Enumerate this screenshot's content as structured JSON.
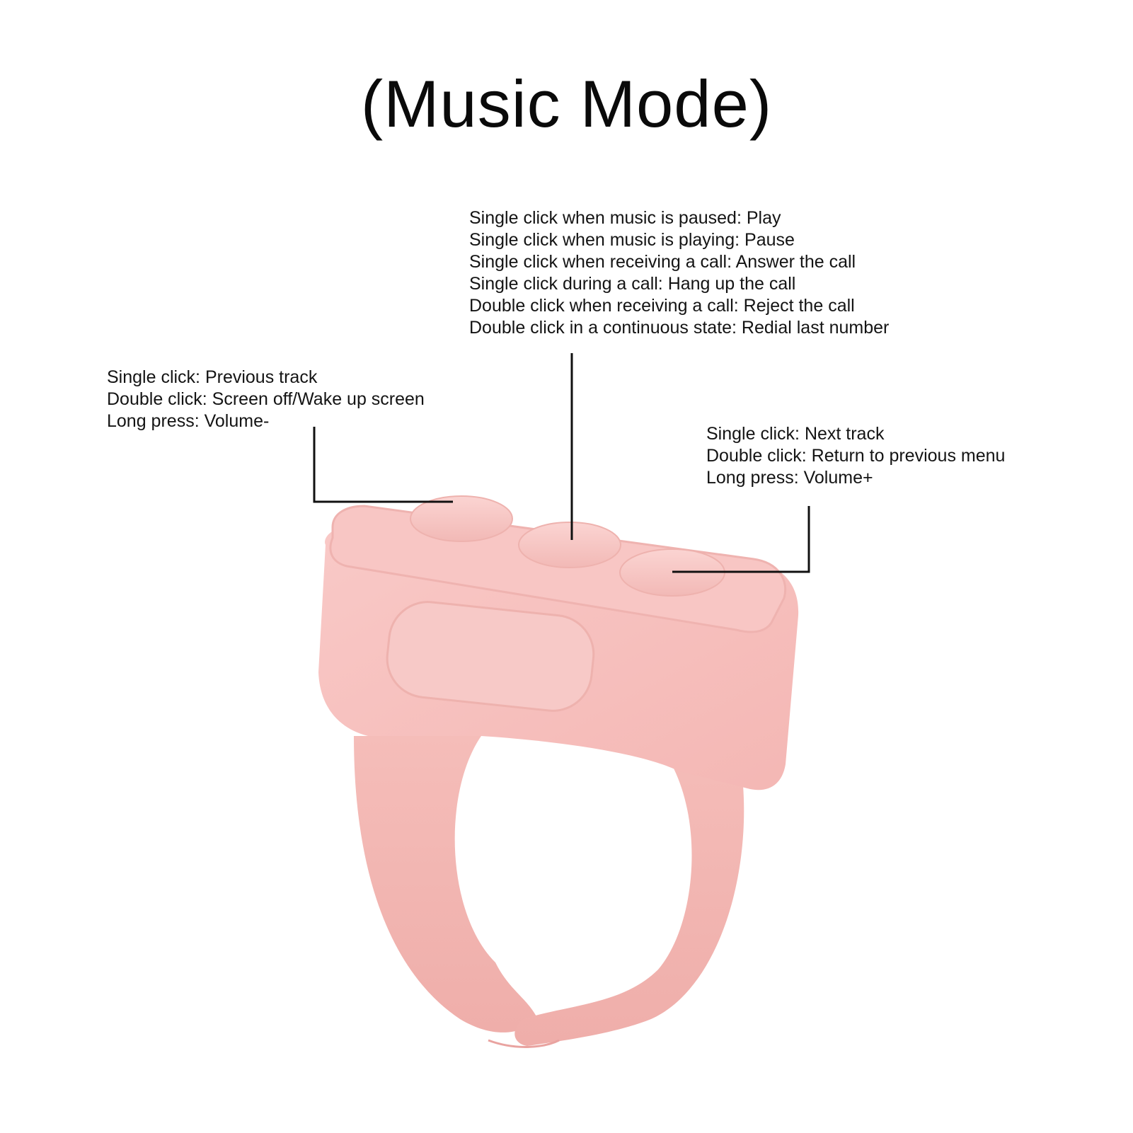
{
  "title": "(Music Mode)",
  "buttons": {
    "center": {
      "lines": [
        "Single click when music is paused: Play",
        "Single click when music is playing: Pause",
        "Single click when receiving a call: Answer the call",
        "Single click during a call: Hang up the call",
        "Double click when receiving a call: Reject the call",
        "Double click in a continuous state: Redial last number"
      ]
    },
    "left": {
      "lines": [
        "Single click: Previous track",
        "Double click: Screen off/Wake up screen",
        "Long press: Volume-"
      ]
    },
    "right": {
      "lines": [
        "Single click: Next track",
        "Double click: Return to previous menu",
        "Long press: Volume+"
      ]
    }
  },
  "colors": {
    "ring_body": "#f7c2c0",
    "ring_shadow": "#eaa9a6",
    "leader_line": "#111111"
  }
}
